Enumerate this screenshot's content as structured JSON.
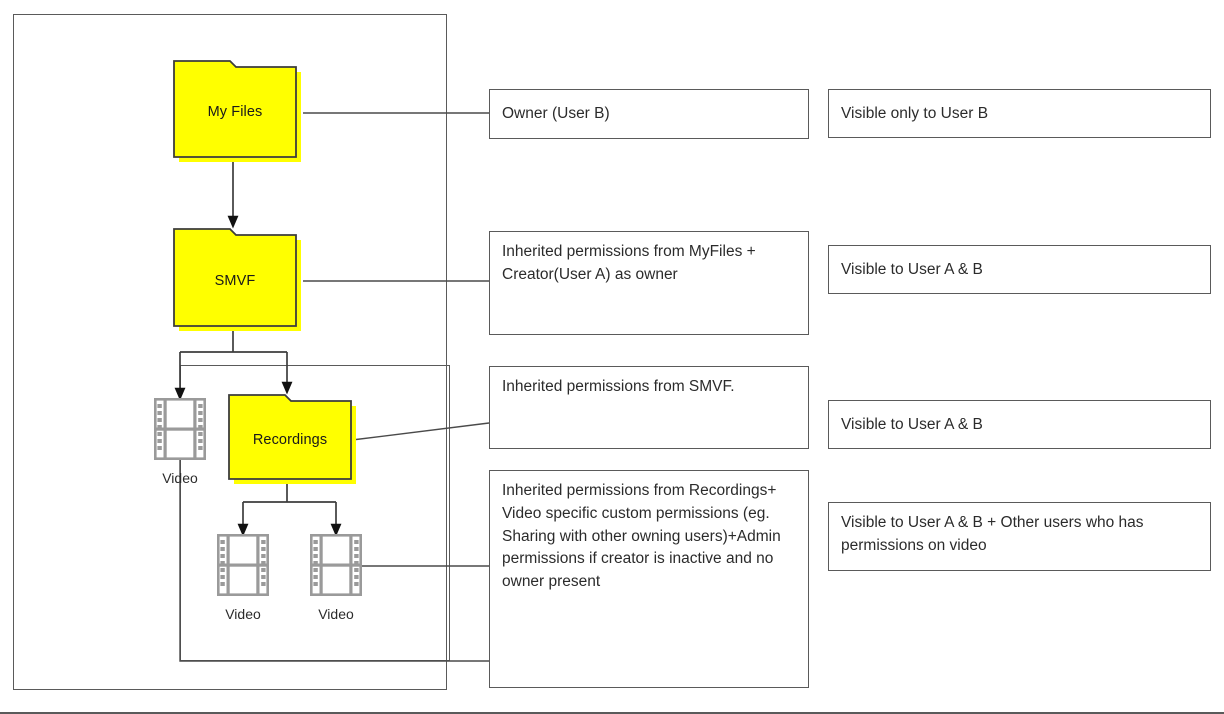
{
  "diagram": {
    "title": "Folder permission inheritance diagram",
    "colors": {
      "folder_fill": "#ffff00",
      "folder_border": "#3d3d3d",
      "film_strip": "#9a9a9a",
      "box_border": "#5a5a5a",
      "text": "#2b2b2b"
    },
    "nodes": [
      {
        "id": "my-files",
        "kind": "folder",
        "label": "My Files"
      },
      {
        "id": "smvf",
        "kind": "folder",
        "label": "SMVF"
      },
      {
        "id": "recordings",
        "kind": "folder",
        "label": "Recordings"
      },
      {
        "id": "video-1",
        "kind": "video",
        "label": "Video"
      },
      {
        "id": "video-2",
        "kind": "video",
        "label": "Video"
      },
      {
        "id": "video-3",
        "kind": "video",
        "label": "Video"
      }
    ],
    "permission_notes": [
      {
        "id": "note-owner",
        "for": "My Files",
        "text": "Owner (User B)"
      },
      {
        "id": "note-smvf",
        "for": "SMVF",
        "text": "Inherited permissions from MyFiles + Creator(User A) as owner"
      },
      {
        "id": "note-recordings",
        "for": "Recordings",
        "text": "Inherited permissions from SMVF."
      },
      {
        "id": "note-video",
        "for": "Video",
        "text": "Inherited permissions from Recordings+ Video specific custom permissions (eg. Sharing with other owning users)+Admin permissions if creator is inactive and no owner present"
      }
    ],
    "visibility_notes": [
      {
        "id": "vis-1",
        "text": "Visible only to User B"
      },
      {
        "id": "vis-2",
        "text": "Visible to User A & B"
      },
      {
        "id": "vis-3",
        "text": "Visible to User A & B"
      },
      {
        "id": "vis-4",
        "text": "Visible to User A & B + Other users who has permissions on video"
      }
    ]
  }
}
